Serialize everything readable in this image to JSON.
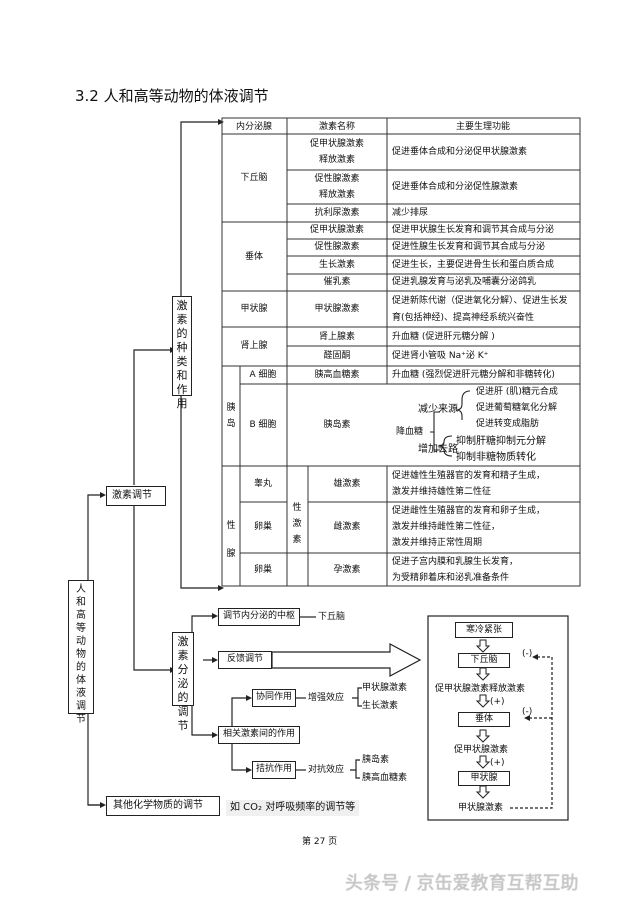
{
  "heading": "3.2 人和高等动物的体液调节",
  "root_label": "人和高等动物的体液调节",
  "branches": {
    "hormone_regulation": "激素调节",
    "other_chemical": "其他化学物质的调节",
    "other_chemical_example": "如 CO₂ 对呼吸频率的调节等"
  },
  "types_box": "激素的种类和作用",
  "secretion_box": "激素分泌的调节",
  "table": {
    "headers": [
      "内分泌腺",
      "激素名称",
      "主要生理功能"
    ],
    "hypothalamus": {
      "gland": "下丘脑",
      "rows": [
        {
          "name": [
            "促甲状腺激素",
            "释放激素"
          ],
          "function": "促进垂体合成和分泌促甲状腺激素"
        },
        {
          "name": [
            "促性腺激素",
            "释放激素"
          ],
          "function": "促进垂体合成和分泌促性腺激素"
        },
        {
          "name": [
            "抗利尿激素"
          ],
          "function": "减少排尿"
        }
      ]
    },
    "pituitary": {
      "gland": "垂体",
      "rows": [
        {
          "name": "促甲状腺激素",
          "function": "促进甲状腺生长发育和调节其合成与分泌"
        },
        {
          "name": "促性腺激素",
          "function": "促进性腺生长发育和调节其合成与分泌"
        },
        {
          "name": "生长激素",
          "function": "促进生长，主要促进骨生长和蛋白质合成"
        },
        {
          "name": "催乳素",
          "function": "促进乳腺发育与泌乳及哺囊分泌鸽乳"
        }
      ]
    },
    "thyroid": {
      "gland": "甲状腺",
      "name": "甲状腺激素",
      "function": [
        "促进新陈代谢（促进氧化分解）、促进生长发",
        "育(包括神经)、提高神经系统兴奋性"
      ]
    },
    "adrenal": {
      "gland": "肾上腺",
      "rows": [
        {
          "name": "肾上腺素",
          "function": "升血糖 (促进肝元糖分解 )"
        },
        {
          "name": "醛固酮",
          "function": "促进肾小管吸   Na⁺泌 K⁺"
        }
      ]
    },
    "pancreas": {
      "gland": "胰岛",
      "a_cell": "A 细胞",
      "a_hormone": "胰高血糖素",
      "a_function": "升血糖 (强烈促进肝元糖分解和非糖转化)",
      "b_cell": "B 细胞",
      "b_hormone": "胰岛素",
      "lower_glucose": "降血糖",
      "reduce_source": "减少来源",
      "increase_outlet": "增加去路",
      "outlet_items": [
        "促进肝 (肌)糖元合成",
        "促进葡萄糖氧化分解",
        "促进转变成脂肪"
      ],
      "source_items": [
        "抑制肝糖抑制元分解",
        "抑制非糖物质转化"
      ]
    },
    "gonads": {
      "gland": "性腺",
      "category": "性激素",
      "rows": [
        {
          "organ": "睾丸",
          "hormone": "雄激素",
          "function": [
            "促进雄性生殖器官的发育和精子生成，",
            "激发并维持雄性第二性征"
          ]
        },
        {
          "organ": "卵巢",
          "hormone": "雌激素",
          "function": [
            "促进雌性生殖器官的发育和卵子生成，",
            "激发并维持雌性第二性征，",
            "激发并维持正常性周期"
          ]
        },
        {
          "organ": "卵巢",
          "hormone": "孕激素",
          "function": [
            "促进子宫内膜和乳腺生长发育，",
            "为受精卵着床和泌乳准备条件"
          ]
        }
      ]
    }
  },
  "secretion": {
    "center": "调节内分泌的中枢",
    "center_value": "下丘脑",
    "feedback": "反馈调节",
    "interaction": "相关激素间的作用",
    "synergy": "协同作用",
    "synergy_effect": "增强效应",
    "synergy_items": [
      "甲状腺激素",
      "生长激素"
    ],
    "antagonism": "拮抗作用",
    "antagonism_effect": "对抗效应",
    "antagonism_items": [
      "胰岛素",
      "胰高血糖素"
    ]
  },
  "feedback_diagram": {
    "stimulus": "寒冷紧张",
    "hypothalamus": "下丘脑",
    "trh": "促甲状腺激素释放激素",
    "pituitary": "垂体",
    "tsh": "促甲状腺激素",
    "thyroid": "甲状腺",
    "th": "甲状腺激素",
    "plus": "(+)",
    "minus": "(-)"
  },
  "page_number": "第 27 页",
  "watermark": "头条号 / 京缶爱教育互帮互助"
}
